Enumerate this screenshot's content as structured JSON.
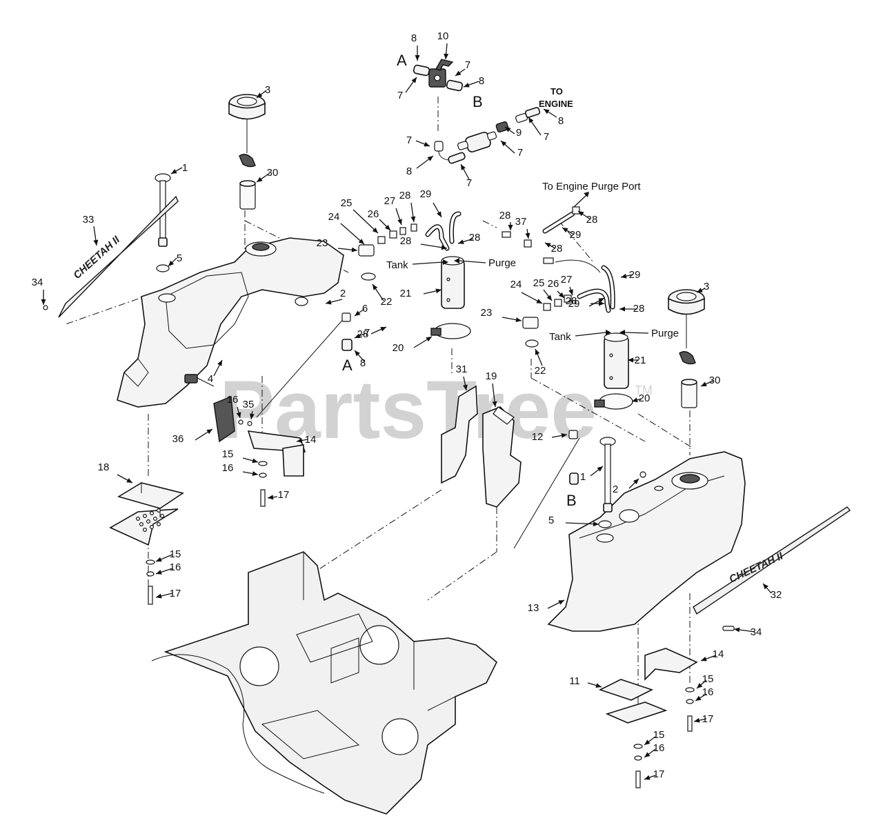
{
  "watermark": {
    "text": "PartsTree",
    "tm": "TM"
  },
  "notes": {
    "to_engine": "TO\nENGINE",
    "to_engine_line1": "TO",
    "to_engine_line2": "ENGINE",
    "to_engine_purge": "To Engine Purge Port",
    "tank_left": "Tank",
    "purge_left": "Purge",
    "tank_right": "Tank",
    "purge_right": "Purge"
  },
  "connectors": {
    "A_top": "A",
    "B_top": "B",
    "A_left": "A",
    "B_right": "B"
  },
  "decals": {
    "left": "CHEETAH II",
    "right": "CHEETAH II"
  },
  "callouts": [
    {
      "n": "8",
      "id": "c8a"
    },
    {
      "n": "10",
      "id": "c10"
    },
    {
      "n": "7",
      "id": "c7a"
    },
    {
      "n": "8",
      "id": "c8b"
    },
    {
      "n": "7",
      "id": "c7b"
    },
    {
      "n": "3",
      "id": "c3a"
    },
    {
      "n": "7",
      "id": "c7c"
    },
    {
      "n": "8",
      "id": "c8c"
    },
    {
      "n": "7",
      "id": "c7d"
    },
    {
      "n": "9",
      "id": "c9"
    },
    {
      "n": "7",
      "id": "c7e"
    },
    {
      "n": "8",
      "id": "c8d"
    },
    {
      "n": "7",
      "id": "c7f"
    },
    {
      "n": "1",
      "id": "c1a"
    },
    {
      "n": "30",
      "id": "c30a"
    },
    {
      "n": "28",
      "id": "c28a"
    },
    {
      "n": "29",
      "id": "c29a"
    },
    {
      "n": "25",
      "id": "c25a"
    },
    {
      "n": "26",
      "id": "c26a"
    },
    {
      "n": "27",
      "id": "c27a"
    },
    {
      "n": "28",
      "id": "c28b"
    },
    {
      "n": "33",
      "id": "c33"
    },
    {
      "n": "24",
      "id": "c24a"
    },
    {
      "n": "28",
      "id": "c28c"
    },
    {
      "n": "37",
      "id": "c37"
    },
    {
      "n": "29",
      "id": "c29b"
    },
    {
      "n": "23",
      "id": "c23a"
    },
    {
      "n": "28",
      "id": "c28d"
    },
    {
      "n": "28",
      "id": "c28e"
    },
    {
      "n": "28",
      "id": "c28f"
    },
    {
      "n": "5",
      "id": "c5a"
    },
    {
      "n": "34",
      "id": "c34a"
    },
    {
      "n": "22",
      "id": "c22a"
    },
    {
      "n": "29",
      "id": "c29c"
    },
    {
      "n": "28",
      "id": "c28g"
    },
    {
      "n": "2",
      "id": "c2a"
    },
    {
      "n": "24",
      "id": "c24b"
    },
    {
      "n": "25",
      "id": "c25b"
    },
    {
      "n": "26",
      "id": "c26b"
    },
    {
      "n": "27",
      "id": "c27b"
    },
    {
      "n": "3",
      "id": "c3b"
    },
    {
      "n": "21",
      "id": "c21a"
    },
    {
      "n": "6",
      "id": "c6"
    },
    {
      "n": "29",
      "id": "c29d"
    },
    {
      "n": "28",
      "id": "c28h"
    },
    {
      "n": "23",
      "id": "c23b"
    },
    {
      "n": "28",
      "id": "c28i"
    },
    {
      "n": "7",
      "id": "c7g"
    },
    {
      "n": "20",
      "id": "c20a"
    },
    {
      "n": "8",
      "id": "c8e"
    },
    {
      "n": "22",
      "id": "c22b"
    },
    {
      "n": "21",
      "id": "c21b"
    },
    {
      "n": "4",
      "id": "c4"
    },
    {
      "n": "31",
      "id": "c31"
    },
    {
      "n": "19",
      "id": "c19"
    },
    {
      "n": "30",
      "id": "c30b"
    },
    {
      "n": "16",
      "id": "c16a"
    },
    {
      "n": "35",
      "id": "c35"
    },
    {
      "n": "20",
      "id": "c20b"
    },
    {
      "n": "36",
      "id": "c36"
    },
    {
      "n": "14",
      "id": "c14a"
    },
    {
      "n": "12",
      "id": "c12"
    },
    {
      "n": "15",
      "id": "c15a"
    },
    {
      "n": "1",
      "id": "c1b"
    },
    {
      "n": "16",
      "id": "c16b"
    },
    {
      "n": "18",
      "id": "c18"
    },
    {
      "n": "2",
      "id": "c2b"
    },
    {
      "n": "17",
      "id": "c17a"
    },
    {
      "n": "5",
      "id": "c5b"
    },
    {
      "n": "15",
      "id": "c15b"
    },
    {
      "n": "16",
      "id": "c16c"
    },
    {
      "n": "17",
      "id": "c17b"
    },
    {
      "n": "32",
      "id": "c32"
    },
    {
      "n": "13",
      "id": "c13"
    },
    {
      "n": "34",
      "id": "c34b"
    },
    {
      "n": "14",
      "id": "c14b"
    },
    {
      "n": "11",
      "id": "c11"
    },
    {
      "n": "15",
      "id": "c15c"
    },
    {
      "n": "16",
      "id": "c16d"
    },
    {
      "n": "17",
      "id": "c17c"
    },
    {
      "n": "15",
      "id": "c15d"
    },
    {
      "n": "16",
      "id": "c16e"
    },
    {
      "n": "17",
      "id": "c17d"
    }
  ]
}
